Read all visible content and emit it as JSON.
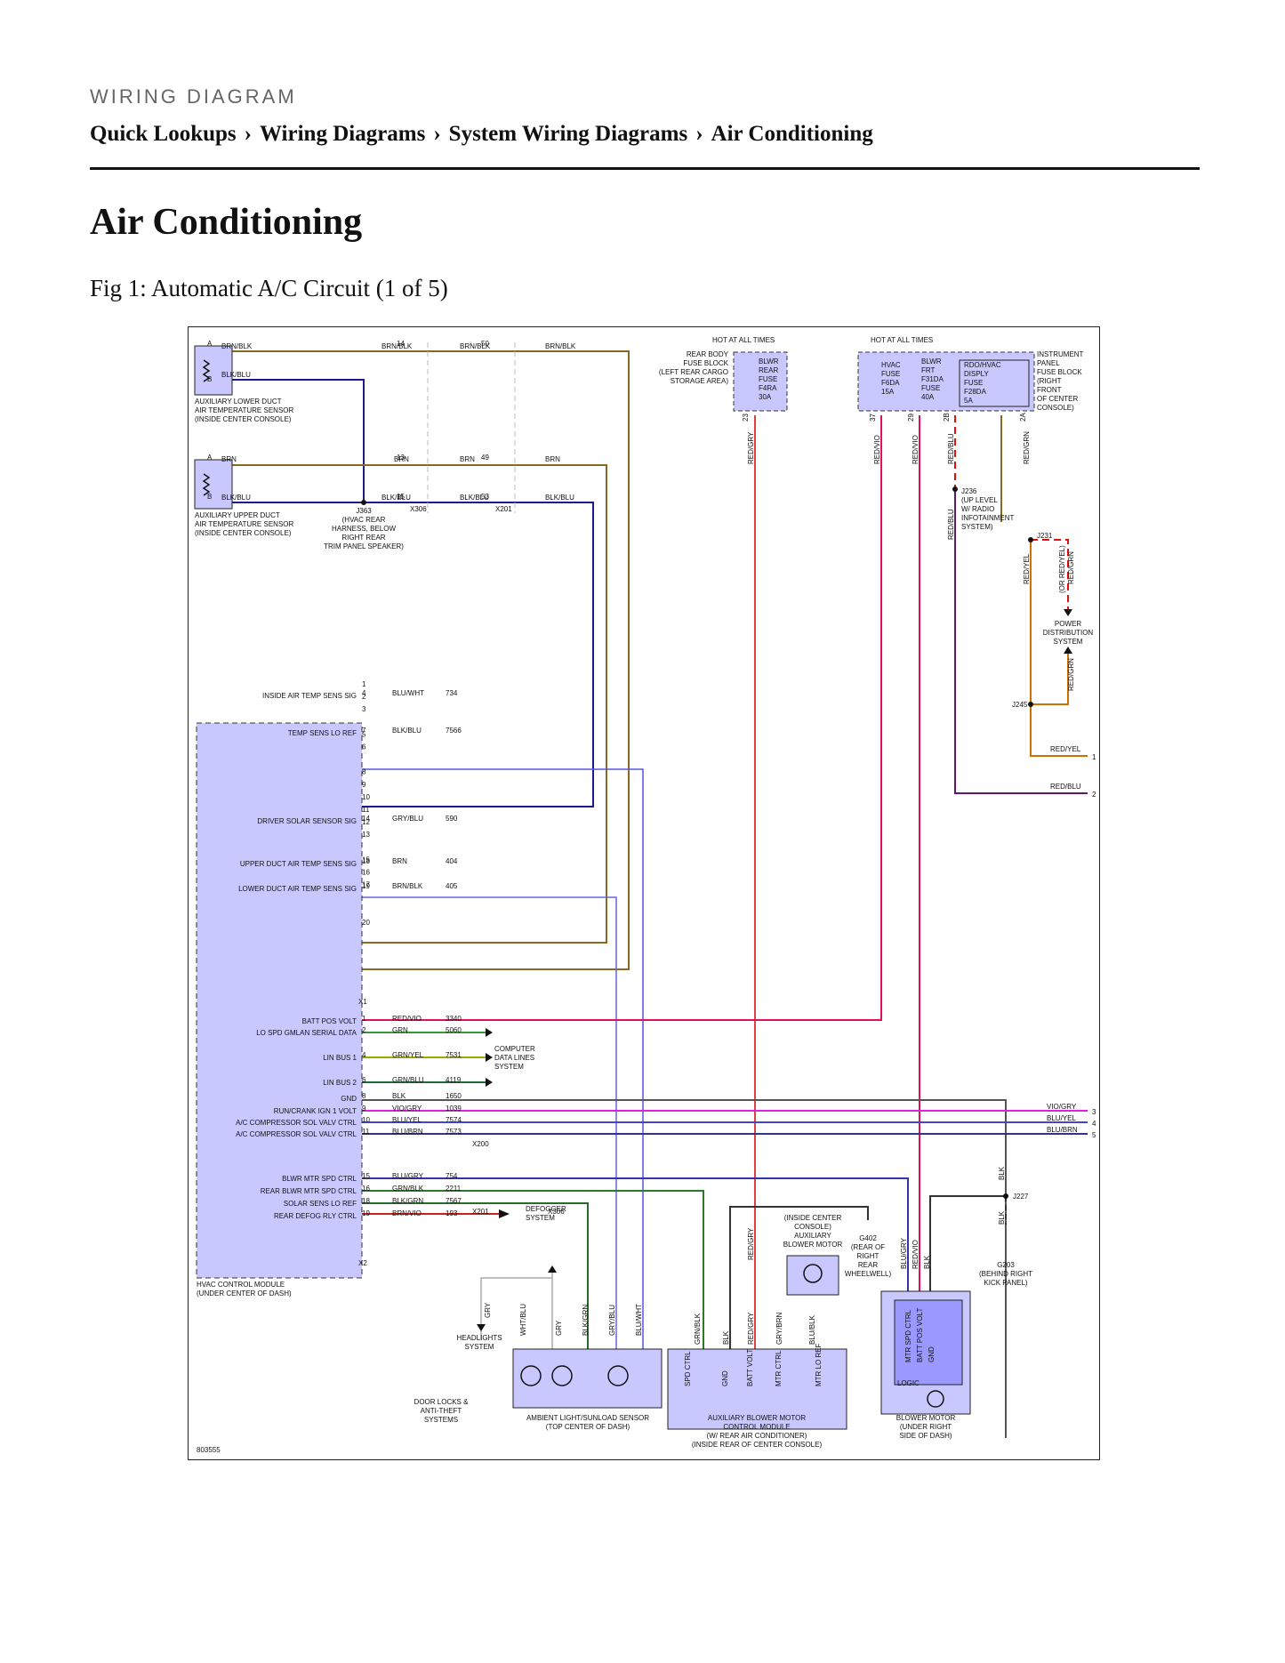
{
  "header": {
    "kicker": "WIRING DIAGRAM",
    "breadcrumb": [
      "Quick Lookups",
      "Wiring Diagrams",
      "System Wiring Diagrams",
      "Air Conditioning"
    ],
    "separator": "›"
  },
  "page_title": "Air Conditioning",
  "figure_caption": "Fig 1: Automatic A/C Circuit (1 of 5)",
  "diagram": {
    "figure_id": "803555",
    "hot_label": "HOT AT ALL TIMES",
    "components": {
      "aux_lower_sensor": [
        "AUXILIARY LOWER DUCT",
        "AIR TEMPERATURE SENSOR",
        "(INSIDE CENTER CONSOLE)"
      ],
      "aux_upper_sensor": [
        "AUXILIARY UPPER DUCT",
        "AIR TEMPERATURE SENSOR",
        "(INSIDE CENTER CONSOLE)"
      ],
      "j363": [
        "J363",
        "(HVAC REAR",
        "HARNESS, BELOW",
        "RIGHT REAR",
        "TRIM PANEL SPEAKER)"
      ],
      "rear_fuse_block": [
        "REAR BODY",
        "FUSE BLOCK",
        "(LEFT REAR CARGO",
        "STORAGE AREA)"
      ],
      "blwr_rear_fuse": [
        "BLWR",
        "REAR",
        "FUSE",
        "F4RA",
        "30A"
      ],
      "ip_fuse_block": [
        "INSTRUMENT",
        "PANEL",
        "FUSE BLOCK",
        "(RIGHT",
        "FRONT",
        "OF CENTER",
        "CONSOLE)"
      ],
      "hvac_fuse": [
        "HVAC",
        "FUSE",
        "F6DA",
        "15A"
      ],
      "blwr_frt_fuse": [
        "BLWR",
        "FRT",
        "F31DA",
        "FUSE",
        "40A"
      ],
      "rdo_fuse": [
        "RDO/HVAC",
        "DISPLY",
        "FUSE",
        "F28DA",
        "5A"
      ],
      "j236": [
        "J236",
        "(UP LEVEL",
        "W/ RADIO",
        "INFOTAINMENT",
        "SYSTEM)"
      ],
      "j231": "J231",
      "j245": "J245",
      "j227": "J227",
      "power_dist": [
        "POWER",
        "DISTRIBUTION",
        "SYSTEM"
      ],
      "hvac_module": [
        "HVAC CONTROL MODULE",
        "(UNDER CENTER OF DASH)"
      ],
      "computer_data": [
        "COMPUTER",
        "DATA LINES",
        "SYSTEM"
      ],
      "defogger": [
        "DEFOGGER",
        "SYSTEM"
      ],
      "headlights": [
        "HEADLIGHTS",
        "SYSTEM"
      ],
      "door_locks": [
        "DOOR LOCKS &",
        "ANTI-THEFT",
        "SYSTEMS"
      ],
      "ambient_sensor": [
        "AMBIENT LIGHT/SUNLOAD SENSOR",
        "(TOP CENTER OF DASH)"
      ],
      "aux_blower_module": [
        "AUXILIARY BLOWER MOTOR",
        "CONTROL MODULE",
        "(W/ REAR AIR CONDITIONER)",
        "(INSIDE REAR OF CENTER CONSOLE)"
      ],
      "aux_blower_motor": [
        "(INSIDE CENTER",
        "CONSOLE)",
        "AUXILIARY",
        "BLOWER MOTOR"
      ],
      "g402": [
        "G402",
        "(REAR OF",
        "RIGHT",
        "REAR",
        "WHEELWELL)"
      ],
      "g203": [
        "G203",
        "(BEHIND RIGHT",
        "KICK PANEL)"
      ],
      "blower_motor": [
        "BLOWER MOTOR",
        "(UNDER RIGHT",
        "SIDE OF DASH)"
      ],
      "logic": "LOGIC"
    },
    "module_signals": [
      {
        "pin": "4",
        "label": "INSIDE AIR TEMP SENS SIG",
        "color": "BLU/WHT",
        "circuit": "734"
      },
      {
        "pin": "7",
        "label": "TEMP SENS LO REF",
        "color": "BLK/BLU",
        "circuit": "7566"
      },
      {
        "pin": "14",
        "label": "DRIVER SOLAR SENSOR SIG",
        "color": "GRY/BLU",
        "circuit": "590"
      },
      {
        "pin": "18",
        "label": "UPPER DUCT AIR TEMP SENS SIG",
        "color": "BRN",
        "circuit": "404"
      },
      {
        "pin": "19",
        "label": "LOWER DUCT AIR TEMP SENS SIG",
        "color": "BRN/BLK",
        "circuit": "405"
      },
      {
        "pin": "1",
        "label": "BATT POS VOLT",
        "color": "RED/VIO",
        "circuit": "3340"
      },
      {
        "pin": "2",
        "label": "LO SPD GMLAN SERIAL DATA",
        "color": "GRN",
        "circuit": "5060"
      },
      {
        "pin": "4",
        "label": "LIN BUS 1",
        "color": "GRN/YEL",
        "circuit": "7531"
      },
      {
        "pin": "6",
        "label": "LIN BUS 2",
        "color": "GRN/BLU",
        "circuit": "4119"
      },
      {
        "pin": "8",
        "label": "GND",
        "color": "BLK",
        "circuit": "1650"
      },
      {
        "pin": "9",
        "label": "RUN/CRANK IGN 1 VOLT",
        "color": "VIO/GRY",
        "circuit": "1039"
      },
      {
        "pin": "10",
        "label": "A/C COMPRESSOR SOL VALV CTRL",
        "color": "BLU/YEL",
        "circuit": "7574"
      },
      {
        "pin": "11",
        "label": "A/C COMPRESSOR SOL VALV CTRL",
        "color": "BLU/BRN",
        "circuit": "7573"
      },
      {
        "pin": "15",
        "label": "BLWR MTR SPD CTRL",
        "color": "BLU/GRY",
        "circuit": "754"
      },
      {
        "pin": "16",
        "label": "REAR BLWR MTR SPD CTRL",
        "color": "GRN/BLK",
        "circuit": "2211"
      },
      {
        "pin": "18",
        "label": "SOLAR SENS LO REF",
        "color": "BLK/GRN",
        "circuit": "7567"
      },
      {
        "pin": "19",
        "label": "REAR DEFOG RLY CTRL",
        "color": "BRN/VIO",
        "circuit": "193"
      }
    ],
    "connectors": [
      "X1",
      "X2",
      "X200",
      "X201",
      "X306"
    ],
    "right_outputs": [
      {
        "num": "1",
        "color": "RED/YEL"
      },
      {
        "num": "2",
        "color": "RED/BLU"
      },
      {
        "num": "3",
        "color": "VIO/GRY"
      },
      {
        "num": "4",
        "color": "BLU/YEL"
      },
      {
        "num": "5",
        "color": "BLU/BRN"
      }
    ],
    "wire_labels": {
      "brn_blk": "BRN/BLK",
      "blk_blu": "BLK/BLU",
      "brn": "BRN",
      "red_gry": "RED/GRY",
      "red_vio": "RED/VIO",
      "red_blu": "RED/BLU",
      "red_grn": "RED/GRN",
      "red_yel": "RED/YEL",
      "red_yel_or": "(OR RED/YEL)",
      "wht_blu": "WHT/BLU",
      "gry": "GRY",
      "blk_grn": "BLK/GRN",
      "gry_blu": "GRY/BLU",
      "blu_wht": "BLU/WHT",
      "grn_blk": "GRN/BLK",
      "blk": "BLK",
      "gry_brn": "GRY/BRN",
      "blu_blk": "BLU/BLK",
      "blu_gry": "BLU/GRY",
      "blu_yel": "BLU/YEL",
      "blu_brn": "BLU/BRN",
      "vio_gry": "VIO/GRY"
    },
    "bottom_pins": {
      "aux_module": [
        "SPD CTRL",
        "GND",
        "BATT VOLT",
        "MTR CTRL",
        "MTR LO REF"
      ],
      "blower": [
        "MTR SPD CTRL",
        "BATT POS VOLT",
        "GND"
      ]
    }
  }
}
